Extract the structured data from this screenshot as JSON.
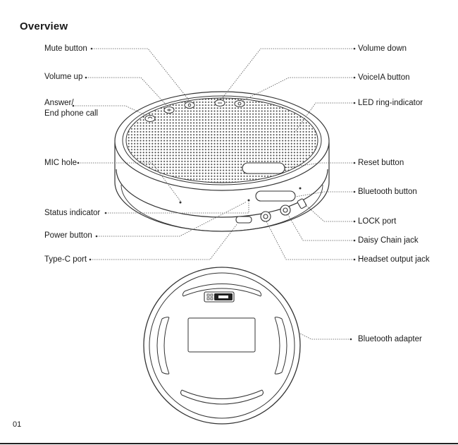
{
  "page": {
    "title": "Overview",
    "page_number": "01"
  },
  "labels": {
    "mute_button": "Mute button",
    "volume_up": "Volume up",
    "answer_line1": "Answer/",
    "answer_line2": "End phone call",
    "mic_hole": "MIC hole",
    "status_indicator": "Status indicator",
    "power_button": "Power button",
    "type_c_port": "Type-C port",
    "volume_down": "Volume down",
    "voiceia_button": "VoiceIA button",
    "led_ring": "LED ring-indicator",
    "reset_button": "Reset button",
    "bluetooth_button": "Bluetooth button",
    "lock_port": "LOCK port",
    "daisy_chain": "Daisy Chain jack",
    "headset_jack": "Headset output jack",
    "bluetooth_adapter": "Bluetooth adapter"
  },
  "colors": {
    "line": "#333333",
    "leader": "#555555"
  }
}
